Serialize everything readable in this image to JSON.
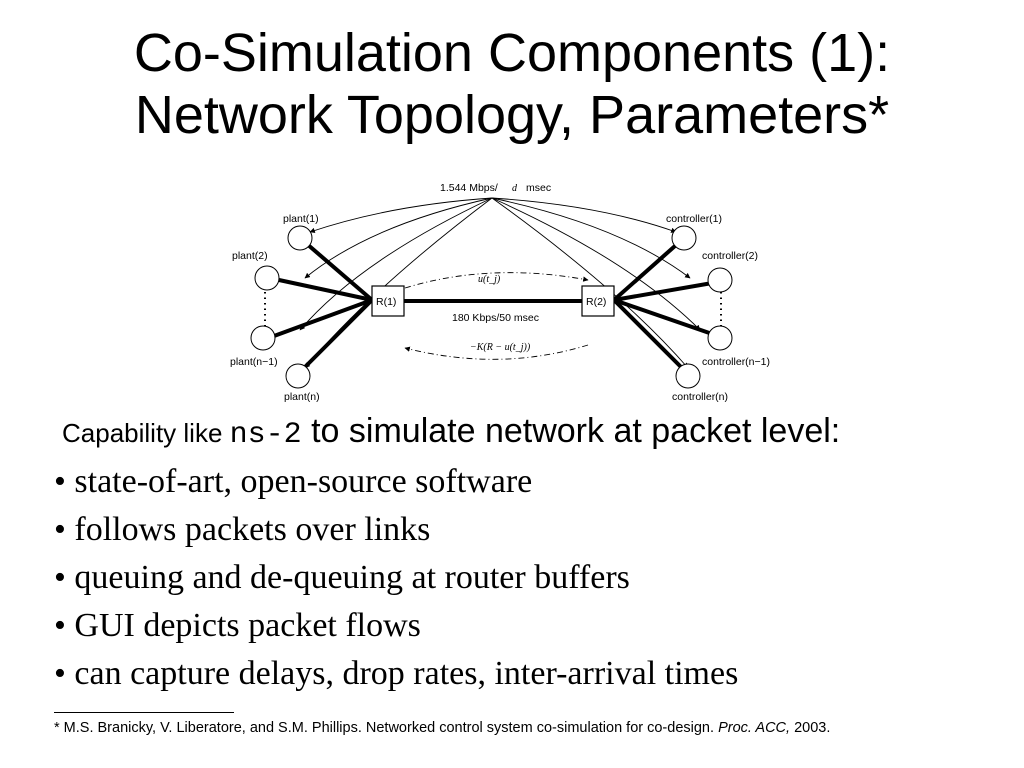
{
  "slide": {
    "title_line1": "Co-Simulation Components (1):",
    "title_line2": "Network Topology, Parameters*"
  },
  "diagram": {
    "top_link_label": "1.544 Mbps/",
    "top_link_delay_symbol": "d",
    "top_link_unit": "msec",
    "middle_link_label": "180 Kbps/50 msec",
    "router_left": "R(1)",
    "router_right": "R(2)",
    "upper_signal": "u(t_j)",
    "lower_signal": "−K(R − u(t_j))",
    "plants": [
      "plant(1)",
      "plant(2)",
      "plant(n−1)",
      "plant(n)"
    ],
    "controllers": [
      "controller(1)",
      "controller(2)",
      "controller(n−1)",
      "controller(n)"
    ]
  },
  "body": {
    "intro_prefix": "Capability like ",
    "intro_code": "ns-2",
    "intro_suffix": " to simulate network at packet level:",
    "bullets": [
      "• state-of-art, open-source software",
      "• follows packets over links",
      "• queuing and de-queuing at router buffers",
      "• GUI depicts packet flows",
      "• can capture delays, drop rates, inter-arrival times"
    ]
  },
  "footnote": {
    "authors": "* M.S. Branicky, V. Liberatore, and S.M. Phillips. Networked control system co-simulation for co-design.  ",
    "venue": "Proc. ACC,",
    "year": " 2003."
  }
}
